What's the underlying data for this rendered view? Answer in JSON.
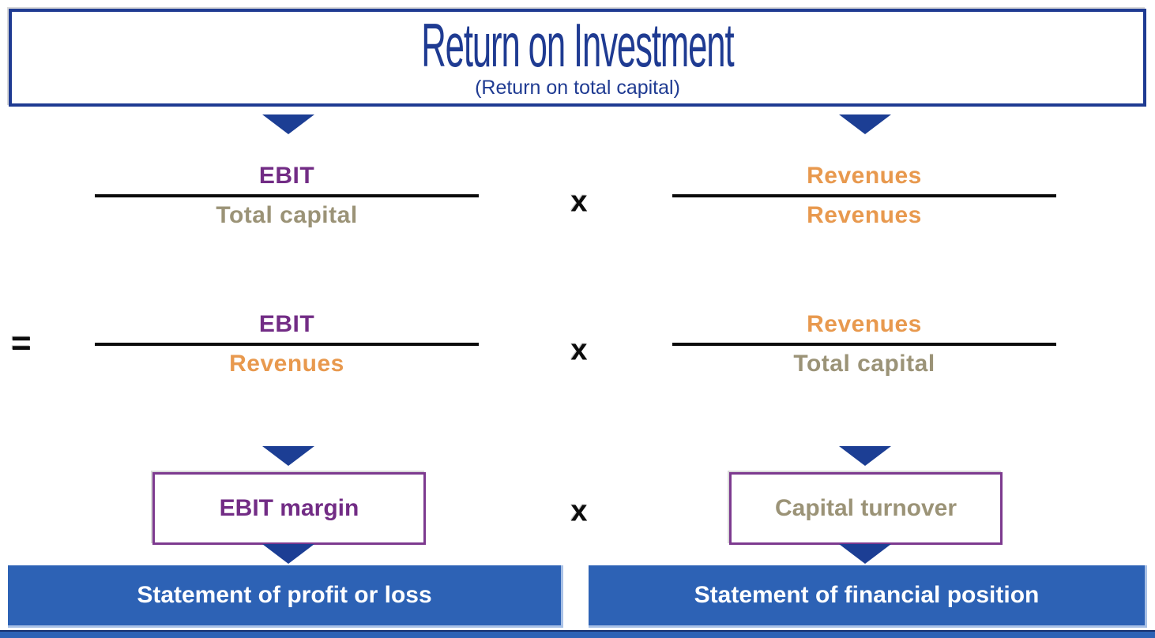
{
  "title": {
    "text": "Return on Investment",
    "subtitle": "(Return on total capital)"
  },
  "row1": {
    "left": {
      "numerator": "EBIT",
      "denominator": "Total capital"
    },
    "operator": "x",
    "right": {
      "numerator": "Revenues",
      "denominator": "Revenues"
    }
  },
  "row2": {
    "equals": "=",
    "left": {
      "numerator": "EBIT",
      "denominator": "Revenues"
    },
    "operator": "x",
    "right": {
      "numerator": "Revenues",
      "denominator": "Total capital"
    }
  },
  "result_row": {
    "left_box": "EBIT margin",
    "operator": "x",
    "right_box": "Capital turnover"
  },
  "statements": {
    "left": "Statement of profit or loss",
    "right": "Statement of financial position"
  },
  "colors": {
    "navy": "#1f3b92",
    "purple": "#722c85",
    "orange": "#e8994e",
    "olive": "#9b9377",
    "bar_blue": "#2d62b5",
    "black": "#0b0b0b",
    "white": "#ffffff"
  },
  "icons": {
    "down_arrow": "filled downward triangle"
  }
}
